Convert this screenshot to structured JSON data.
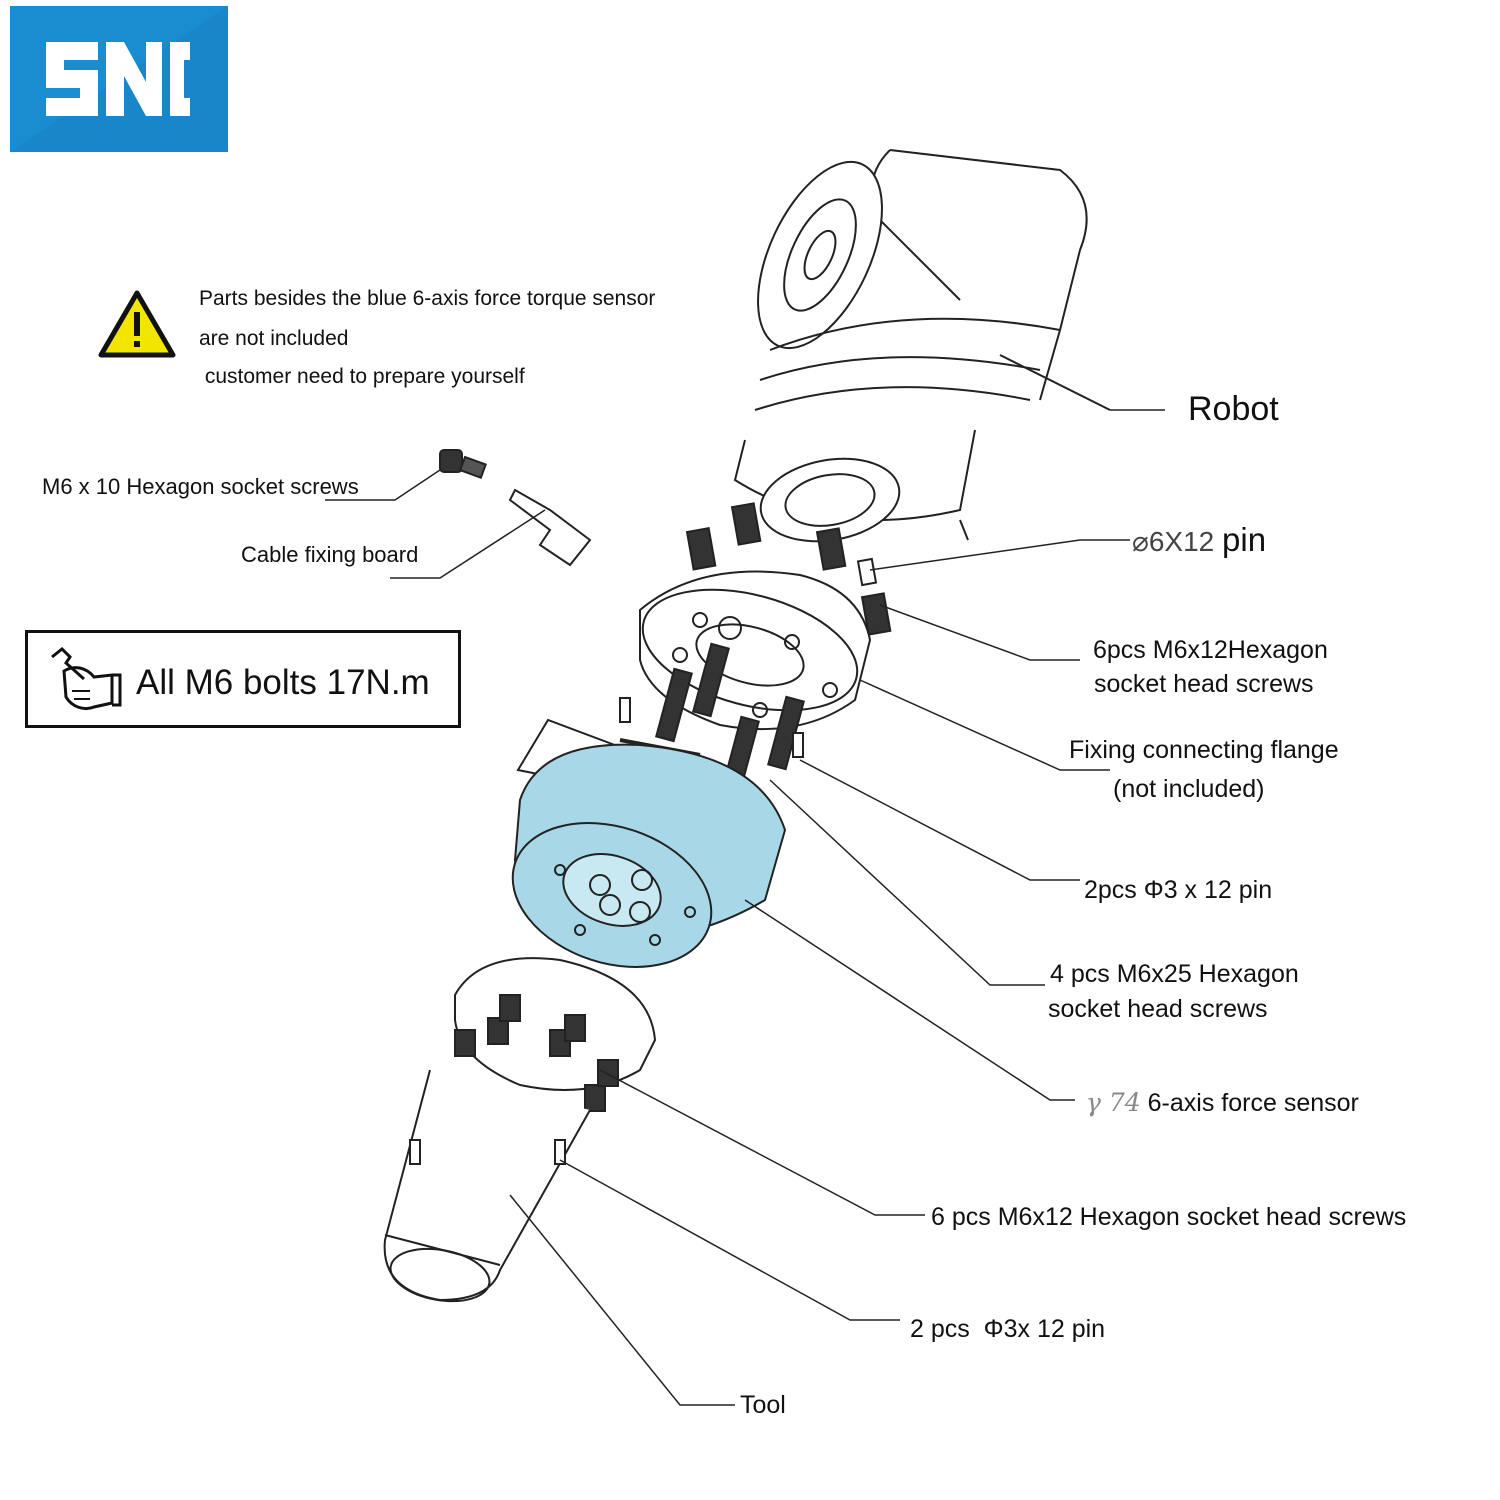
{
  "brand": {
    "logo_text": "SNC",
    "logo_color": "#1a8cd0"
  },
  "warning": {
    "icon": "warning-triangle-icon",
    "lines": [
      "Parts besides the blue 6-axis force torque sensor",
      "are not included",
      " customer need to prepare yourself"
    ]
  },
  "torque_note": {
    "icon": "wrench-hand-icon",
    "text": "All M6 bolts 17N.m"
  },
  "labels": {
    "robot": "Robot",
    "pin_6x12_prefix": "⌀6X12",
    "pin_6x12": "pin",
    "m6x10_screws": "M6 x 10 Hexagon socket screws",
    "cable_board": "Cable fixing board",
    "m6x12_screws_top_1": "6pcs M6x12Hexagon",
    "m6x12_screws_top_2": "socket head screws",
    "flange_1": "Fixing connecting flange",
    "flange_2": "(not included)",
    "pin_3x12_top": "2pcs Φ3 x 12 pin",
    "m6x25_screws_1": "4 pcs M6x25 Hexagon",
    "m6x25_screws_2": "socket head screws",
    "sensor_prefix": "γ 74",
    "sensor": "6-axis force sensor",
    "m6x12_screws_bottom": "6 pcs M6x12 Hexagon socket head screws",
    "pin_3x12_bottom": "2 pcs  Φ3x 12 pin",
    "tool": "Tool"
  },
  "colors": {
    "sensor_fill": "#a8d8e8",
    "line": "#222222",
    "warning_yellow": "#f2e500"
  }
}
